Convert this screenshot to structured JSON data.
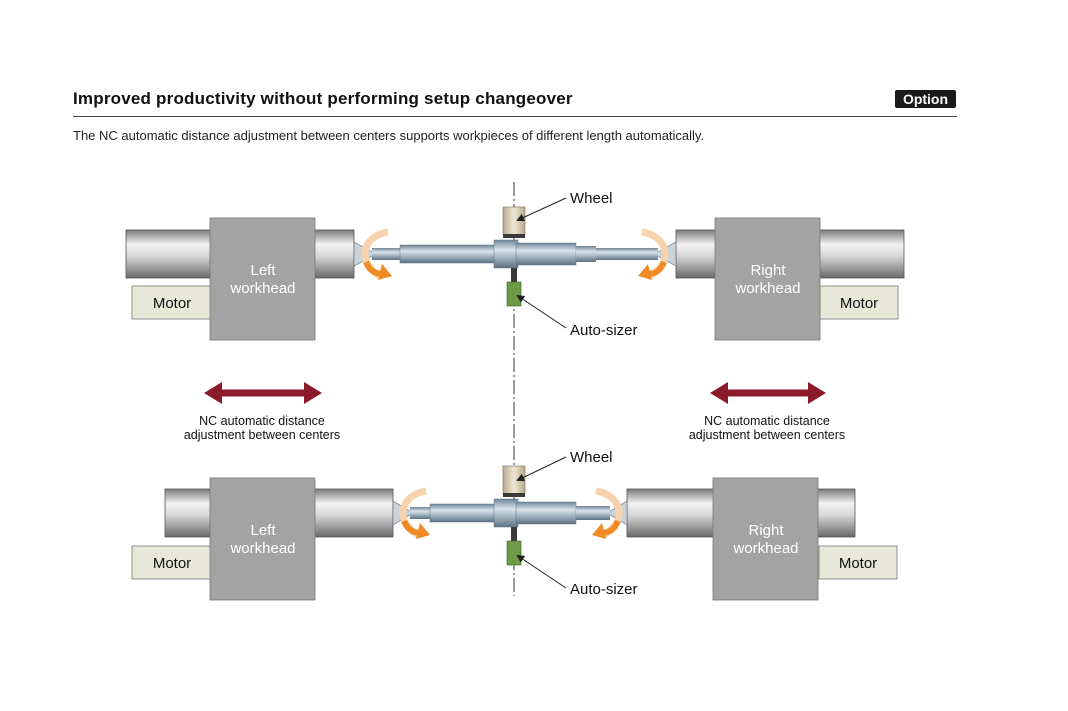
{
  "header": {
    "title": "Improved productivity without performing setup changeover",
    "badge": "Option",
    "description": "The NC automatic distance adjustment between centers supports workpieces of different length automatically."
  },
  "diagram": {
    "top": {
      "left_workhead": [
        "Left",
        "workhead"
      ],
      "right_workhead": [
        "Right",
        "workhead"
      ],
      "left_motor": "Motor",
      "right_motor": "Motor",
      "wheel_label": "Wheel",
      "sizer_label": "Auto-sizer"
    },
    "adjust_label_left": [
      "NC automatic distance",
      "adjustment between centers"
    ],
    "adjust_label_right": [
      "NC automatic distance",
      "adjustment between centers"
    ],
    "bottom": {
      "left_workhead": [
        "Left",
        "workhead"
      ],
      "right_workhead": [
        "Right",
        "workhead"
      ],
      "left_motor": "Motor",
      "right_motor": "Motor",
      "wheel_label": "Wheel",
      "sizer_label": "Auto-sizer"
    },
    "colors": {
      "workhead": "#a3a3a3",
      "motor": "#e8e8d8",
      "arrow": "#8b1a2b",
      "rotation_orange": "#f08a24",
      "rotation_light": "#f7d3ad",
      "sizer": "#6c9a45",
      "wheel": "#cdbfa5"
    }
  }
}
